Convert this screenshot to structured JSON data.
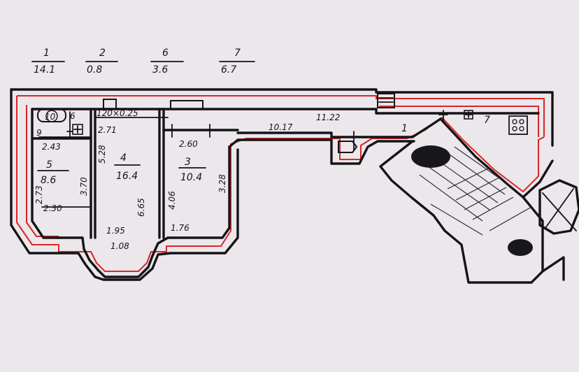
{
  "legend": [
    {
      "num": "1",
      "area": "14.1"
    },
    {
      "num": "2",
      "area": "0.8"
    },
    {
      "num": "6",
      "area": "3.6"
    },
    {
      "num": "7",
      "area": "6.7"
    }
  ],
  "rooms": {
    "r10": "10",
    "r6": "6",
    "door_size": "120×0.25",
    "r9": "9",
    "width_243": "2.43",
    "r5": "5",
    "r5_area": "8.6",
    "r4": "4",
    "r4_area": "16.4",
    "width_271": "2.71",
    "width_260": "2.60",
    "r3": "3",
    "r3_area": "10.4",
    "corridor_len_1": "10.17",
    "corridor_len_2": "11.22",
    "r1": "1",
    "r7": "7",
    "width_230": "2.30",
    "width_195": "1.95",
    "bay_108": "1.08",
    "width_176": "1.76"
  },
  "vertical_dims": {
    "d273": "2.73",
    "d370": "3.70",
    "d528": "5.28",
    "d665": "6.65",
    "d406": "4.06",
    "d328": "3.28"
  },
  "colors": {
    "wall": "#141418",
    "red_outline": "#d8262b",
    "paper": "#ebe7ea"
  }
}
